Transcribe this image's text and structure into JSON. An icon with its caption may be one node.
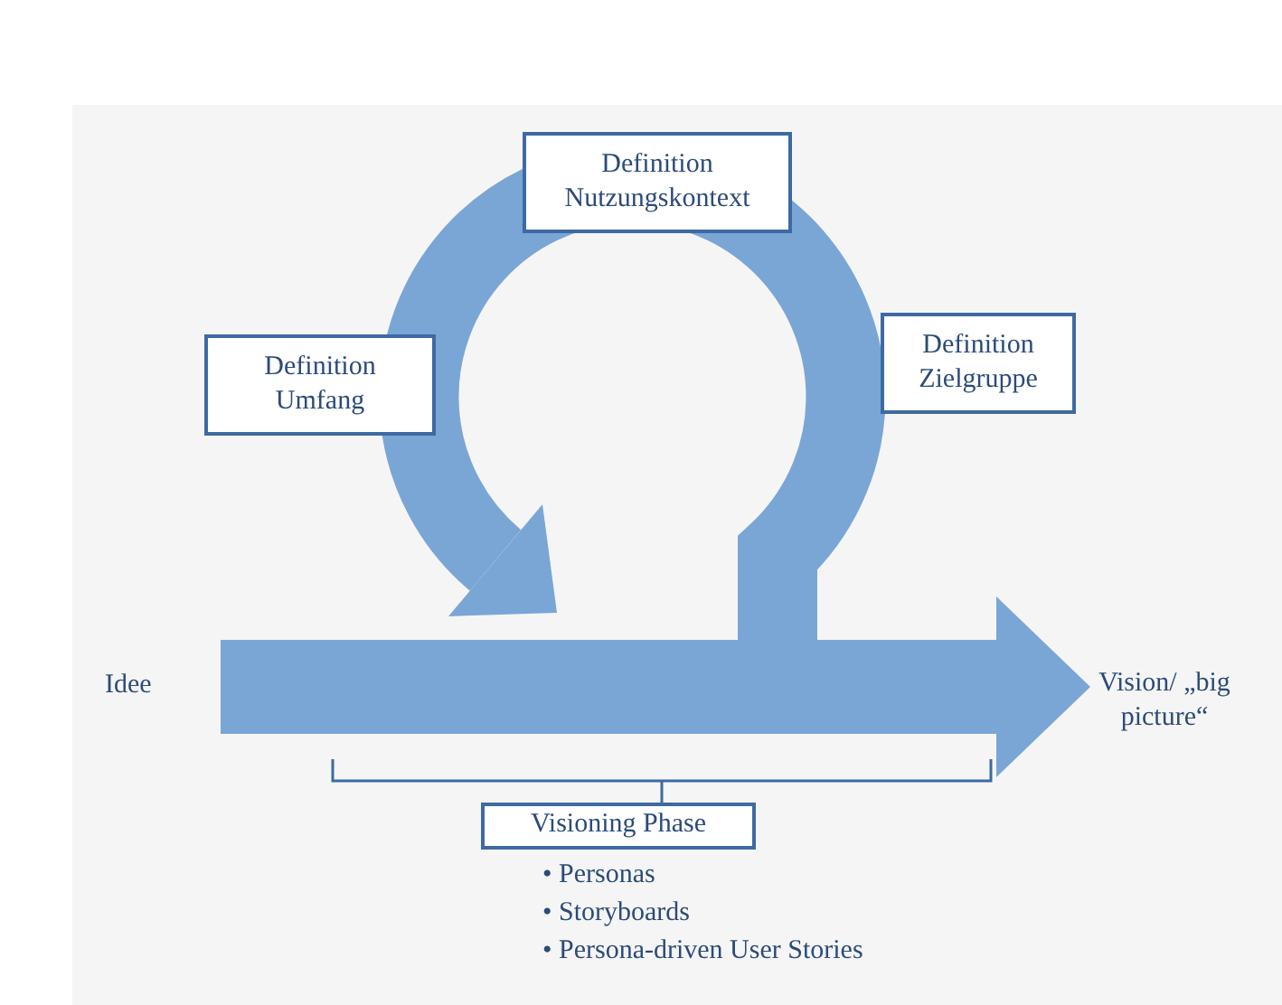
{
  "diagram": {
    "nodes": [
      {
        "text": [
          "Definition Nutzungskontext"
        ]
      },
      {
        "text": [
          "Definition Zielgruppe"
        ]
      },
      {
        "text": [
          "Definition Umfang"
        ]
      },
      {
        "text": [
          "Idee"
        ]
      },
      {
        "text": [
          "Vision/ „big picture“"
        ]
      },
      {
        "text": [
          "Visioning Phase"
        ],
        "beside": [
          "• Personas",
          "• Storyboards",
          "• Persona-driven User Stories"
        ]
      }
    ],
    "edges": [
      {
        "from": 3,
        "to": 4,
        "arrow": "to"
      }
    ]
  }
}
